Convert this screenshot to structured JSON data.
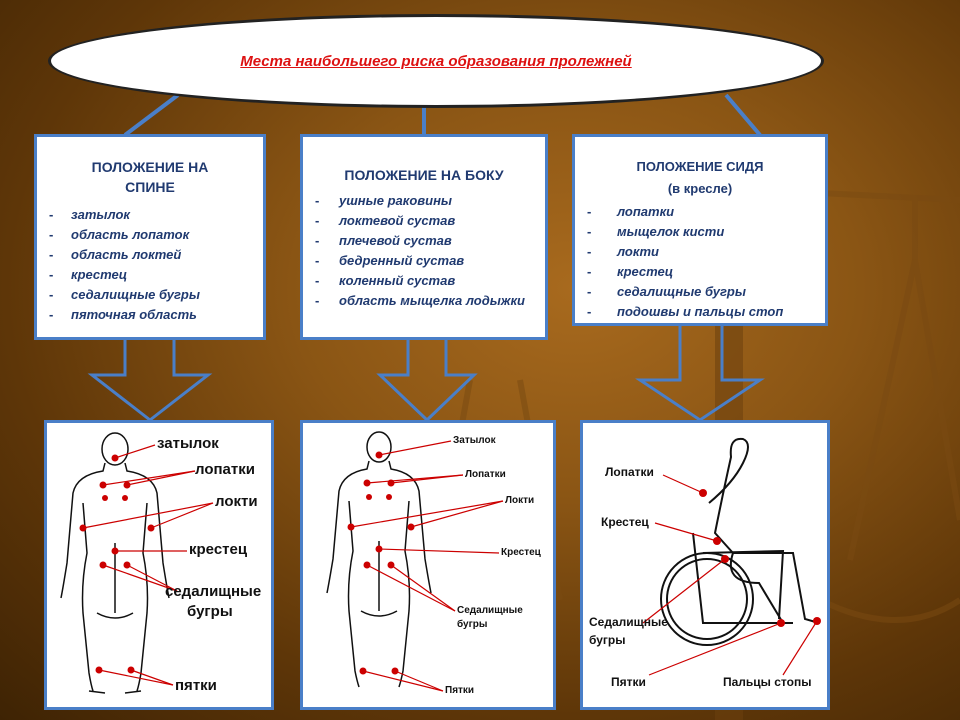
{
  "title": "Места наибольшего риска образования пролежней",
  "boxes": {
    "back": {
      "heading": "ПОЛОЖЕНИЕ НА СПИНЕ",
      "items": [
        "затылок",
        "область лопаток",
        "область локтей",
        "крестец",
        "седалищные бугры",
        "пяточная область"
      ]
    },
    "side": {
      "heading": "ПОЛОЖЕНИЕ НА БОКУ",
      "items": [
        "ушные раковины",
        "локтевой сустав",
        "плечевой сустав",
        "бедренный сустав",
        "коленный сустав",
        "область мыщелка лодыжки"
      ]
    },
    "sitting": {
      "heading": "ПОЛОЖЕНИЕ СИДЯ",
      "sub": "(в кресле)",
      "items": [
        "лопатки",
        "мыщелок кисти",
        "локти",
        "крестец",
        "седалищные бугры",
        "подошвы и пальцы стоп"
      ]
    }
  },
  "figures": {
    "back": {
      "labels": [
        "затылок",
        "лопатки",
        "локти",
        "крестец",
        "седалищные",
        "бугры",
        "пятки"
      ]
    },
    "side": {
      "labels": [
        "Затылок",
        "Лопатки",
        "Локти",
        "Крестец",
        "Седалищные",
        "бугры",
        "Пятки"
      ]
    },
    "sitting": {
      "labels": [
        "Лопатки",
        "Крестец",
        "Седалищные",
        "бугры",
        "Пятки",
        "Пальцы стопы"
      ]
    }
  },
  "colors": {
    "accent_blue": "#4a7fc8",
    "title_red": "#dd1111",
    "marker_red": "#cc0000",
    "text_navy": "#203a70"
  }
}
